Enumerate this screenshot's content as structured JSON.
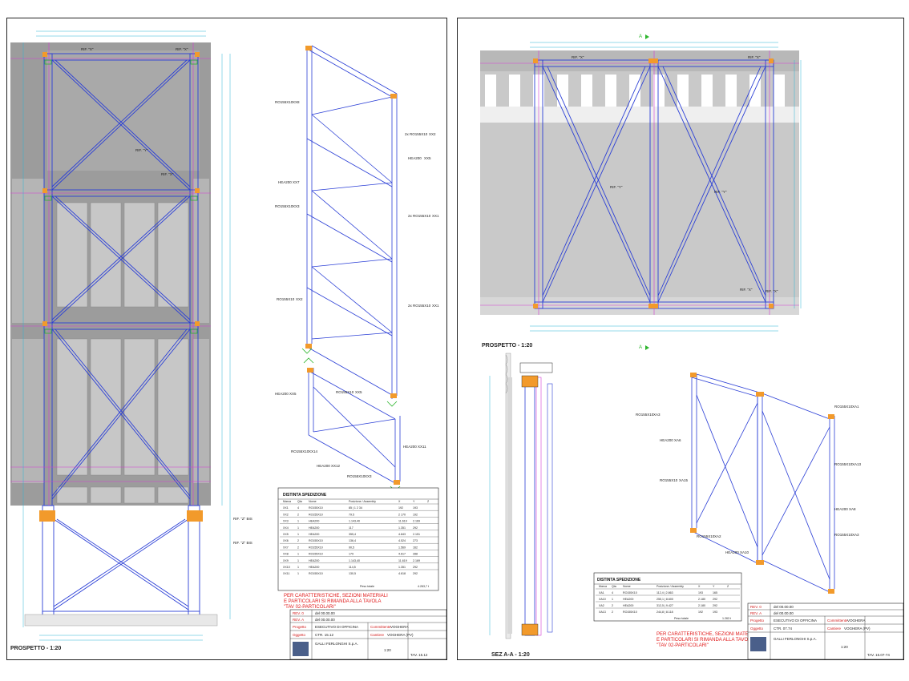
{
  "left_sheet": {
    "view_title": "PROSPETTO - 1:20",
    "note_lines": [
      "PER CARATTERISTICHE, SEZIONI MATERIALI",
      "E PARTICOLARI SI RIMANDA ALLA TAVOLA",
      "\"TAV 02-PARTICOLARI\""
    ],
    "iso_labels": [
      {
        "text": "RO155X10",
        "tag": "XX8"
      },
      {
        "text": "2x RO155X10",
        "tag": "XX2"
      },
      {
        "text": "HEA200",
        "tag": "XX5"
      },
      {
        "text": "HEA200",
        "tag": "XX7"
      },
      {
        "text": "RO155X10",
        "tag": "XX3"
      },
      {
        "text": "2x RO155X10",
        "tag": "XX1"
      },
      {
        "text": "RO155X10",
        "tag": "XX2"
      },
      {
        "text": "2x RO155X10",
        "tag": "XX1"
      },
      {
        "text": "HEA200",
        "tag": "XX5"
      },
      {
        "text": "RO155X10",
        "tag": "XX5"
      },
      {
        "text": "RO155X10",
        "tag": "XX14"
      },
      {
        "text": "HEA200",
        "tag": "XX11"
      },
      {
        "text": "HEA200",
        "tag": "XX12"
      },
      {
        "text": "RO155X10",
        "tag": "XX3"
      }
    ],
    "elev_labels": [
      "RIF. \"X\"",
      "RIF. \"X\"",
      "RIF. \"Y\"",
      "RIF. \"X\"",
      "RIF. \"Z\" BIS",
      "RIF. \"Z\" BIS"
    ],
    "table": {
      "title": "DISTINTA SPEDIZIONE",
      "headers": [
        "Marca",
        "Qta",
        "Nome",
        "Posizione / Assembly",
        "X",
        "Y",
        "Z"
      ],
      "rows": [
        [
          "XX1",
          "4",
          "RO155X10",
          "85 | 1 2 34",
          "192",
          "193"
        ],
        [
          "XX2",
          "2",
          "RO155X10",
          "79.5",
          "2 170",
          "192"
        ],
        [
          "XX3",
          "1",
          "HEA200",
          "1.143,40",
          "11.619",
          "2.169"
        ],
        [
          "XX4",
          "1",
          "HEA200",
          "117",
          "1.351",
          "292"
        ],
        [
          "XX5",
          "1",
          "HEA200",
          "355,4",
          "4.843",
          "2.151"
        ],
        [
          "XX6",
          "2",
          "RO155X10",
          "136,4",
          "4.524",
          "273"
        ],
        [
          "XX7",
          "2",
          "RO155X10",
          "90,5",
          "1.569",
          "162"
        ],
        [
          "XX8",
          "1",
          "RO155X10",
          "179",
          "4.617",
          "288"
        ],
        [
          "XX9",
          "1",
          "HEA200",
          "1.143,40",
          "11.619",
          "2.169"
        ],
        [
          "XX10",
          "1",
          "HEA200",
          "114,5",
          "1.351",
          "292"
        ],
        [
          "XX11",
          "1",
          "RO155X10",
          "130,5",
          "4.618",
          "292"
        ]
      ],
      "total_label": "Peso totale",
      "total_value": "4.263,7 t"
    },
    "title_block": {
      "rev_labels": [
        "REV. 0",
        "REV. A"
      ],
      "rev_dates": [
        "del 00.00.00",
        "del 00.00.00"
      ],
      "progetto_label": "Progetto",
      "oggetto_label": "Oggetto",
      "progetto_value": "ESECUTIVO DI OFFICINA",
      "oggetto_value": "CTR. 15.12",
      "committente_label": "Committente",
      "committente_value": "VOGHERA",
      "cantiere_label": "Cantiere",
      "cantiere_value": "VOGHERA (PV)",
      "company": "GALLI FERLONGHI S.p.A.",
      "scala": "1:20",
      "tav": "TAV. 15.12"
    }
  },
  "right_sheet": {
    "section_marker": "A",
    "view_title": "PROSPETTO - 1:20",
    "section_title": "SEZ A-A - 1:20",
    "note_lines": [
      "PER CARATTERISTICHE, SEZIONI MATERIALI",
      "E PARTICOLARI SI RIMANDA ALLA TAVOLA",
      "\"TAV 02-PARTICOLARI\""
    ],
    "elev_labels": [
      "RIF. \"X\"",
      "RIF. \"X\"",
      "RIF. \"Y\"",
      "RIF. \"Y\"",
      "RIF. \"X\"",
      "RIF. \"X\""
    ],
    "iso_labels": [
      {
        "text": "RO155X10",
        "tag": "XA3"
      },
      {
        "text": "HEA200",
        "tag": "XA6"
      },
      {
        "text": "RO155X10",
        "tag": "XA15"
      },
      {
        "text": "RO155X10",
        "tag": "XA2"
      },
      {
        "text": "HEA200",
        "tag": "XA10"
      },
      {
        "text": "RO155X10",
        "tag": "XA1"
      },
      {
        "text": "RO155X10",
        "tag": "XA13"
      },
      {
        "text": "HEA200",
        "tag": "XA8"
      },
      {
        "text": "RO155X10",
        "tag": "XA3"
      }
    ],
    "table": {
      "title": "DISTINTA SPEDIZIONE",
      "headers": [
        "Marca",
        "Qta",
        "Nome",
        "Posizione / Assembly",
        "X",
        "Y",
        "Z"
      ],
      "rows": [
        [
          "XA1",
          "4",
          "RO155X10",
          "112,4 | 2.863",
          "193",
          "165"
        ],
        [
          "XA10",
          "1",
          "HEA200",
          "255,1 | 8.600",
          "2.180",
          "292"
        ],
        [
          "XA2",
          "2",
          "HEA200",
          "312,5 | 9.427",
          "2.180",
          "292"
        ],
        [
          "XA13",
          "2",
          "RO155X10",
          "244,8 | 8.118",
          "192",
          "193"
        ]
      ],
      "total_label": "Peso totale",
      "total_value": "1.263 t"
    },
    "title_block": {
      "rev_labels": [
        "REV. 0",
        "REV. A"
      ],
      "rev_dates": [
        "del 00.00.00",
        "del 00.00.00"
      ],
      "progetto_label": "Progetto",
      "oggetto_label": "Oggetto",
      "progetto_value": "ESECUTIVO DI OFFICINA",
      "oggetto_value": "CTR. 07.74",
      "committente_label": "Committente",
      "committente_value": "VOGHERA",
      "cantiere_label": "Cantiere",
      "cantiere_value": "VOGHERA (PV)",
      "company": "GALLI FERLONGHI S.p.A.",
      "scala": "1:20",
      "tav": "TAV. 15.07-74"
    }
  },
  "colors": {
    "frame": "#2b3fd6",
    "magenta": "#d63cd6",
    "cyan": "#2bb6d6",
    "green": "#2fb62f",
    "orange": "#f29a2b",
    "red": "#e01919"
  }
}
